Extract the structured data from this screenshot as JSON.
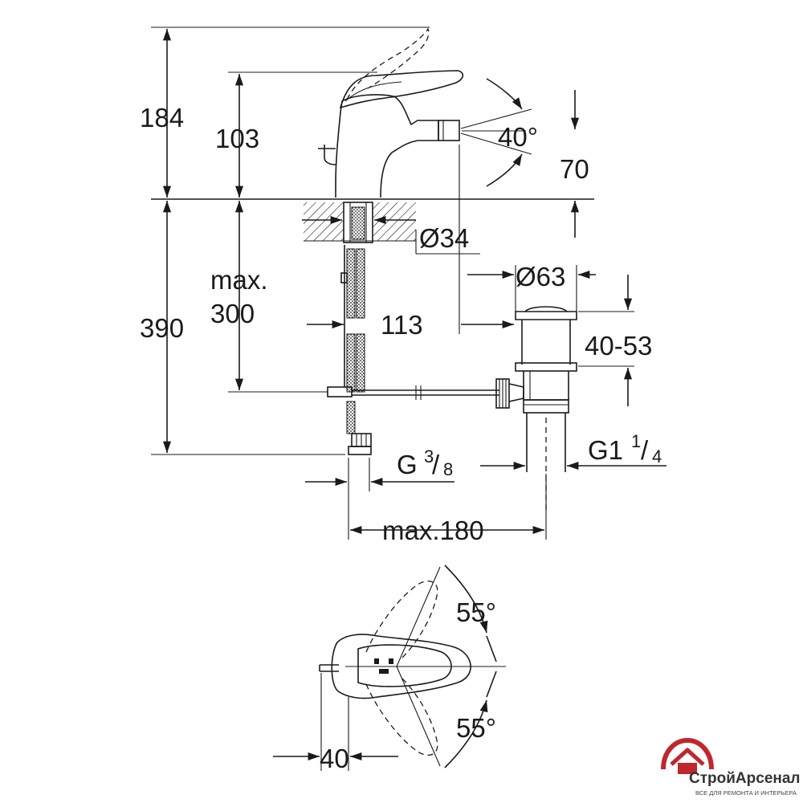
{
  "dimensions": {
    "overall_height_above": "184",
    "spout_height": "103",
    "spray_angle": "40°",
    "spout_tip_height": "70",
    "hole_diameter": "Ø34",
    "drain_diameter": "Ø63",
    "rod_length_label_1": "max.",
    "rod_length_label_2": "300",
    "projection": "113",
    "overall_height_below": "390",
    "drain_thickness": "40-53",
    "hose_thread_main": "G",
    "hose_thread_sup": "3",
    "hose_thread_sub": "8",
    "drain_thread_main": "G1",
    "drain_thread_sup": "1",
    "drain_thread_sub": "4",
    "max_distance": "max.180",
    "lever_angle_top": "55°",
    "lever_angle_bottom": "55°",
    "lever_offset": "40"
  },
  "brand": {
    "name": "СтройАрсенал",
    "tagline": "ВСЕ ДЛЯ РЕМОНТА И ИНТЕРЬЕРА",
    "logo_color": "#c0272d"
  }
}
